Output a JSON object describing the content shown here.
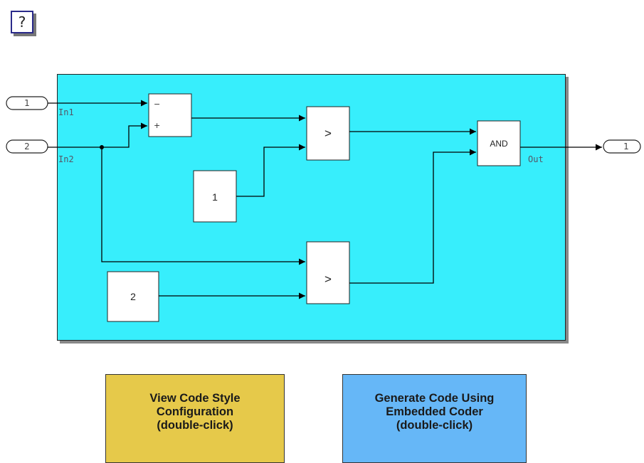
{
  "help_button": {
    "label": "?"
  },
  "inports": [
    {
      "number": "1",
      "signal": "In1"
    },
    {
      "number": "2",
      "signal": "In2"
    }
  ],
  "outport": {
    "number": "1",
    "signal": "Out"
  },
  "blocks": {
    "sum": {
      "minus_sign": "−",
      "plus_sign": "+"
    },
    "compare_top": {
      "label": ">"
    },
    "compare_bottom": {
      "label": ">"
    },
    "const_1": {
      "value": "1"
    },
    "const_2": {
      "value": "2"
    },
    "and_gate": {
      "label": "AND"
    }
  },
  "colors": {
    "subsystem_fill": "#37eefc",
    "style_box": "#e6c94a",
    "generate_box": "#66b7f7"
  },
  "buttons": {
    "view_code_style": {
      "line1": "View Code Style",
      "line2": "Configuration",
      "line3": "(double-click)"
    },
    "generate_code": {
      "line1": "Generate Code Using",
      "line2": "Embedded Coder",
      "line3": "(double-click)"
    }
  }
}
